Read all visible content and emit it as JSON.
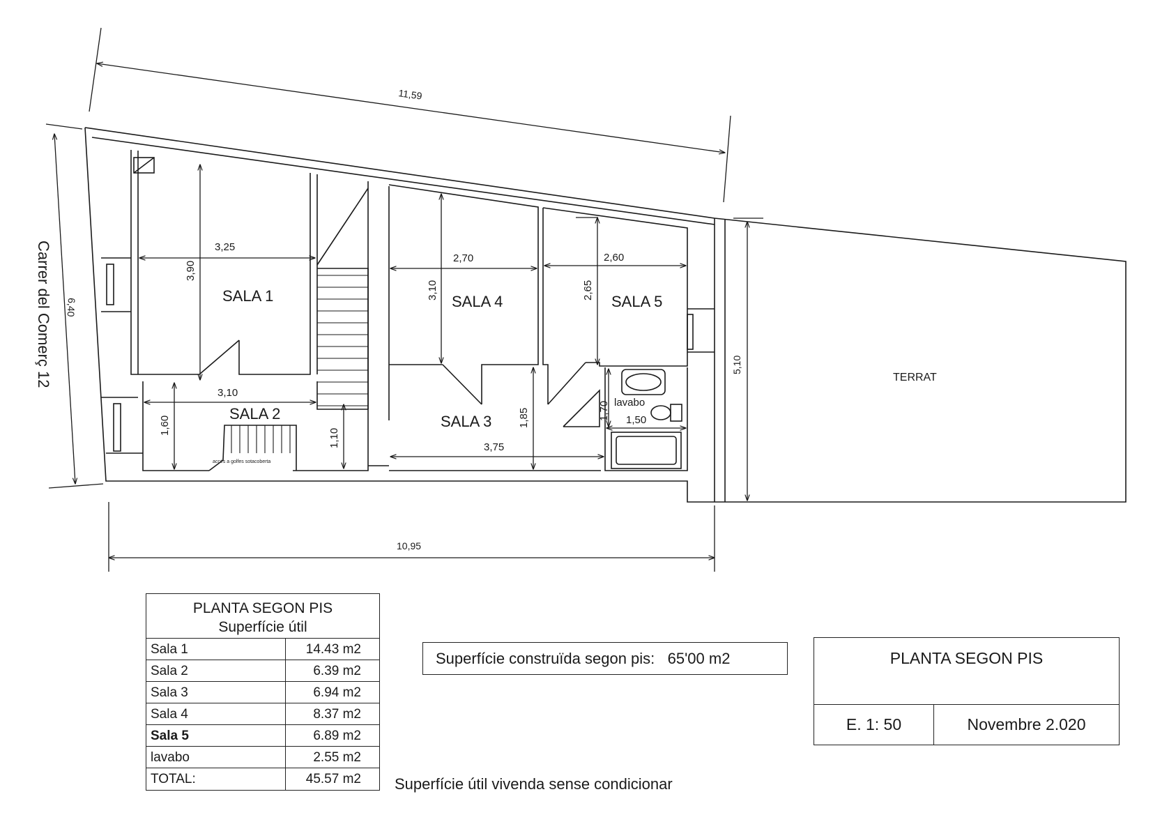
{
  "plan": {
    "street": "Carrer del Comerç 12",
    "terrace": "TERRAT",
    "rooms": {
      "sala1": "SALA 1",
      "sala2": "SALA 2",
      "sala3": "SALA 3",
      "sala4": "SALA 4",
      "sala5": "SALA 5",
      "lavabo": "lavabo"
    },
    "stair_note": "accés a golfes sotacoberta",
    "dimensions": {
      "top": "11,59",
      "bottom": "10,95",
      "left": "6,40",
      "right": "5,10",
      "s1_w": "3,25",
      "s1_h": "3,90",
      "s2_w": "3,10",
      "s2_h": "1,60",
      "stair_h": "1,10",
      "s4_w": "2,70",
      "s4_h": "3,10",
      "s5_w": "2,60",
      "s5_h": "2,65",
      "s3_w": "3,75",
      "s3_h": "1,85",
      "lav_w": "1,50",
      "lav_h": "1,70"
    }
  },
  "area_table": {
    "title": "PLANTA SEGON PIS",
    "subtitle": "Superfície útil",
    "rows": [
      {
        "name": "Sala 1",
        "area": "14.43 m2"
      },
      {
        "name": "Sala 2",
        "area": "6.39 m2"
      },
      {
        "name": "Sala 3",
        "area": "6.94 m2"
      },
      {
        "name": "Sala 4",
        "area": "8.37 m2"
      },
      {
        "name": "Sala 5",
        "area": "6.89 m2"
      },
      {
        "name": "lavabo",
        "area": "2.55 m2"
      },
      {
        "name": "TOTAL:",
        "area": "45.57 m2"
      }
    ]
  },
  "built_area": {
    "label": "Superfície construïda segon pis:",
    "value": "65'00 m2"
  },
  "note": "Superfície útil vivenda sense condicionar",
  "title_block": {
    "title": "PLANTA  SEGON PIS",
    "scale": "E. 1: 50",
    "date": "Novembre  2.020"
  }
}
